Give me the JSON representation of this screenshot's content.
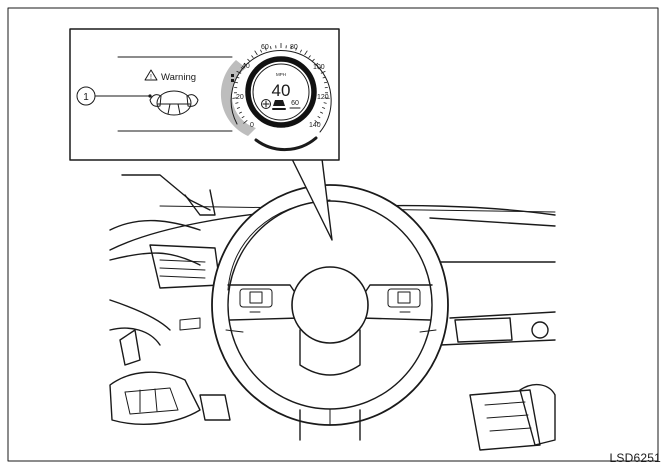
{
  "callout": {
    "number": "1",
    "warning_label": "Warning"
  },
  "cluster": {
    "speed_unit": "MPH",
    "speed_value": "40",
    "set_speed": "60",
    "dial_ticks": [
      "0",
      "20",
      "40",
      "60",
      "80",
      "100",
      "120",
      "140"
    ]
  },
  "figure_code": "LSD6251",
  "icons": {
    "warning": "warning-triangle-icon",
    "steering_wheel": "steering-wheel-icon",
    "driver_assist": "driver-assist-icon"
  }
}
